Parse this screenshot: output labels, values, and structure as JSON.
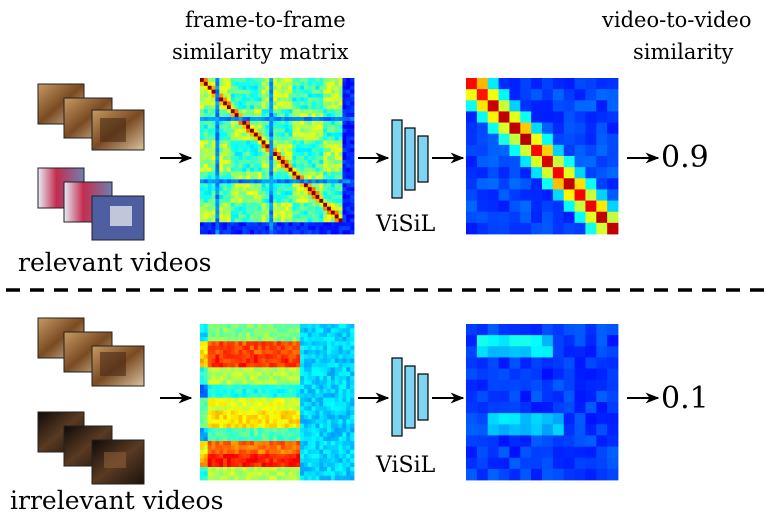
{
  "header": {
    "matrix_title_line1": "frame-to-frame",
    "matrix_title_line2": "similarity matrix",
    "score_title_line1": "video-to-video",
    "score_title_line2": "similarity"
  },
  "rows": [
    {
      "label": "relevant videos",
      "model_label": "ViSiL",
      "score": "0.9",
      "frame_matrix_pattern": "relevant",
      "output_matrix_pattern": "diagonal"
    },
    {
      "label": "irrelevant videos",
      "model_label": "ViSiL",
      "score": "0.1",
      "frame_matrix_pattern": "irrelevant",
      "output_matrix_pattern": "low"
    }
  ],
  "colors": {
    "network_block_fill": "#7fd4f2",
    "network_block_stroke": "#000000",
    "arrow": "#000000",
    "divider": "#000000",
    "heatmap_colormap": "jet"
  },
  "icons": {
    "video_stack": "video-frame-stack-icon",
    "network": "cnn-layers-icon",
    "arrow": "right-arrow-icon"
  }
}
